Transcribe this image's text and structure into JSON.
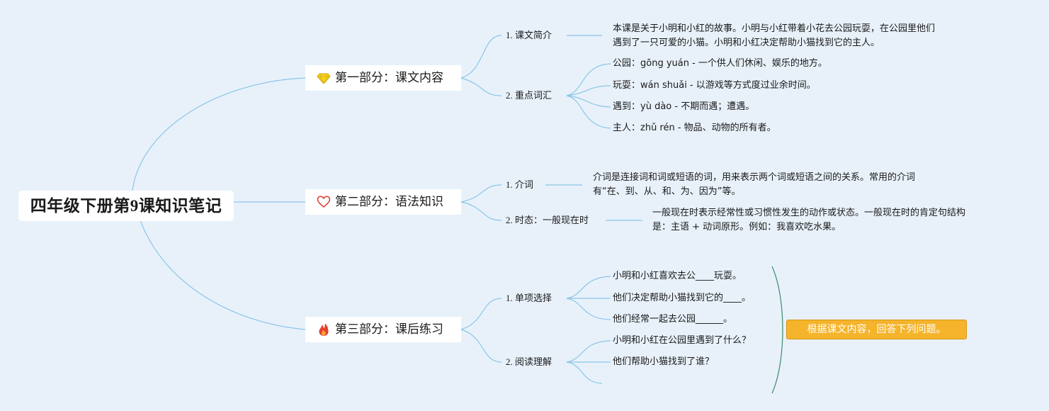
{
  "root": {
    "title": "四年级下册第9课知识笔记"
  },
  "sections": [
    {
      "title": "第一部分：课文内容",
      "icon": "diamond-icon",
      "children": [
        {
          "label": "1. 课文简介",
          "leaves": [
            [
              "本课是关于小明和小红的故事。小明与小红带着小花去公园玩耍，在公园里他们",
              "遇到了一只可爱的小猫。小明和小红决定帮助小猫找到它的主人。"
            ]
          ]
        },
        {
          "label": "2. 重点词汇",
          "leaves": [
            "公园：gōng yuán - 一个供人们休闲、娱乐的地方。",
            "玩耍：wán shuǎi - 以游戏等方式度过业余时间。",
            "遇到：yù dào - 不期而遇；遭遇。",
            "主人：zhǔ rén - 物品、动物的所有者。"
          ]
        }
      ]
    },
    {
      "title": "第二部分：语法知识",
      "icon": "heart-icon",
      "children": [
        {
          "label": "1. 介词",
          "leaves": [
            [
              "介词是连接词和词或短语的词，用来表示两个词或短语之间的关系。常用的介词",
              "有“在、到、从、和、为、因为”等。"
            ]
          ]
        },
        {
          "label": "2. 时态：一般现在时",
          "leaves": [
            [
              "一般现在时表示经常性或习惯性发生的动作或状态。一般现在时的肯定句结构",
              "是：主语 + 动词原形。例如：我喜欢吃水果。"
            ]
          ]
        }
      ]
    },
    {
      "title": "第三部分：课后练习",
      "icon": "fire-icon",
      "children": [
        {
          "label": "1. 单项选择",
          "leaves": [
            "小明和小红喜欢去公____玩耍。",
            "他们决定帮助小猫找到它的____。",
            "他们经常一起去公园______。"
          ]
        },
        {
          "label": "2. 阅读理解",
          "leaves": [
            "小明和小红在公园里遇到了什么？",
            "他们帮助小猫找到了谁？",
            ""
          ]
        }
      ]
    }
  ],
  "summary": {
    "text": "根据课文内容，回答下列问题。"
  },
  "colors": {
    "background": "#e8f1fa",
    "line": "#8ac6e8",
    "bracket": "#3b8a6e",
    "callout": "#f5b42c",
    "diamond": "#f3d21b",
    "heart": "#e0413a",
    "fire": "#e8402d"
  }
}
